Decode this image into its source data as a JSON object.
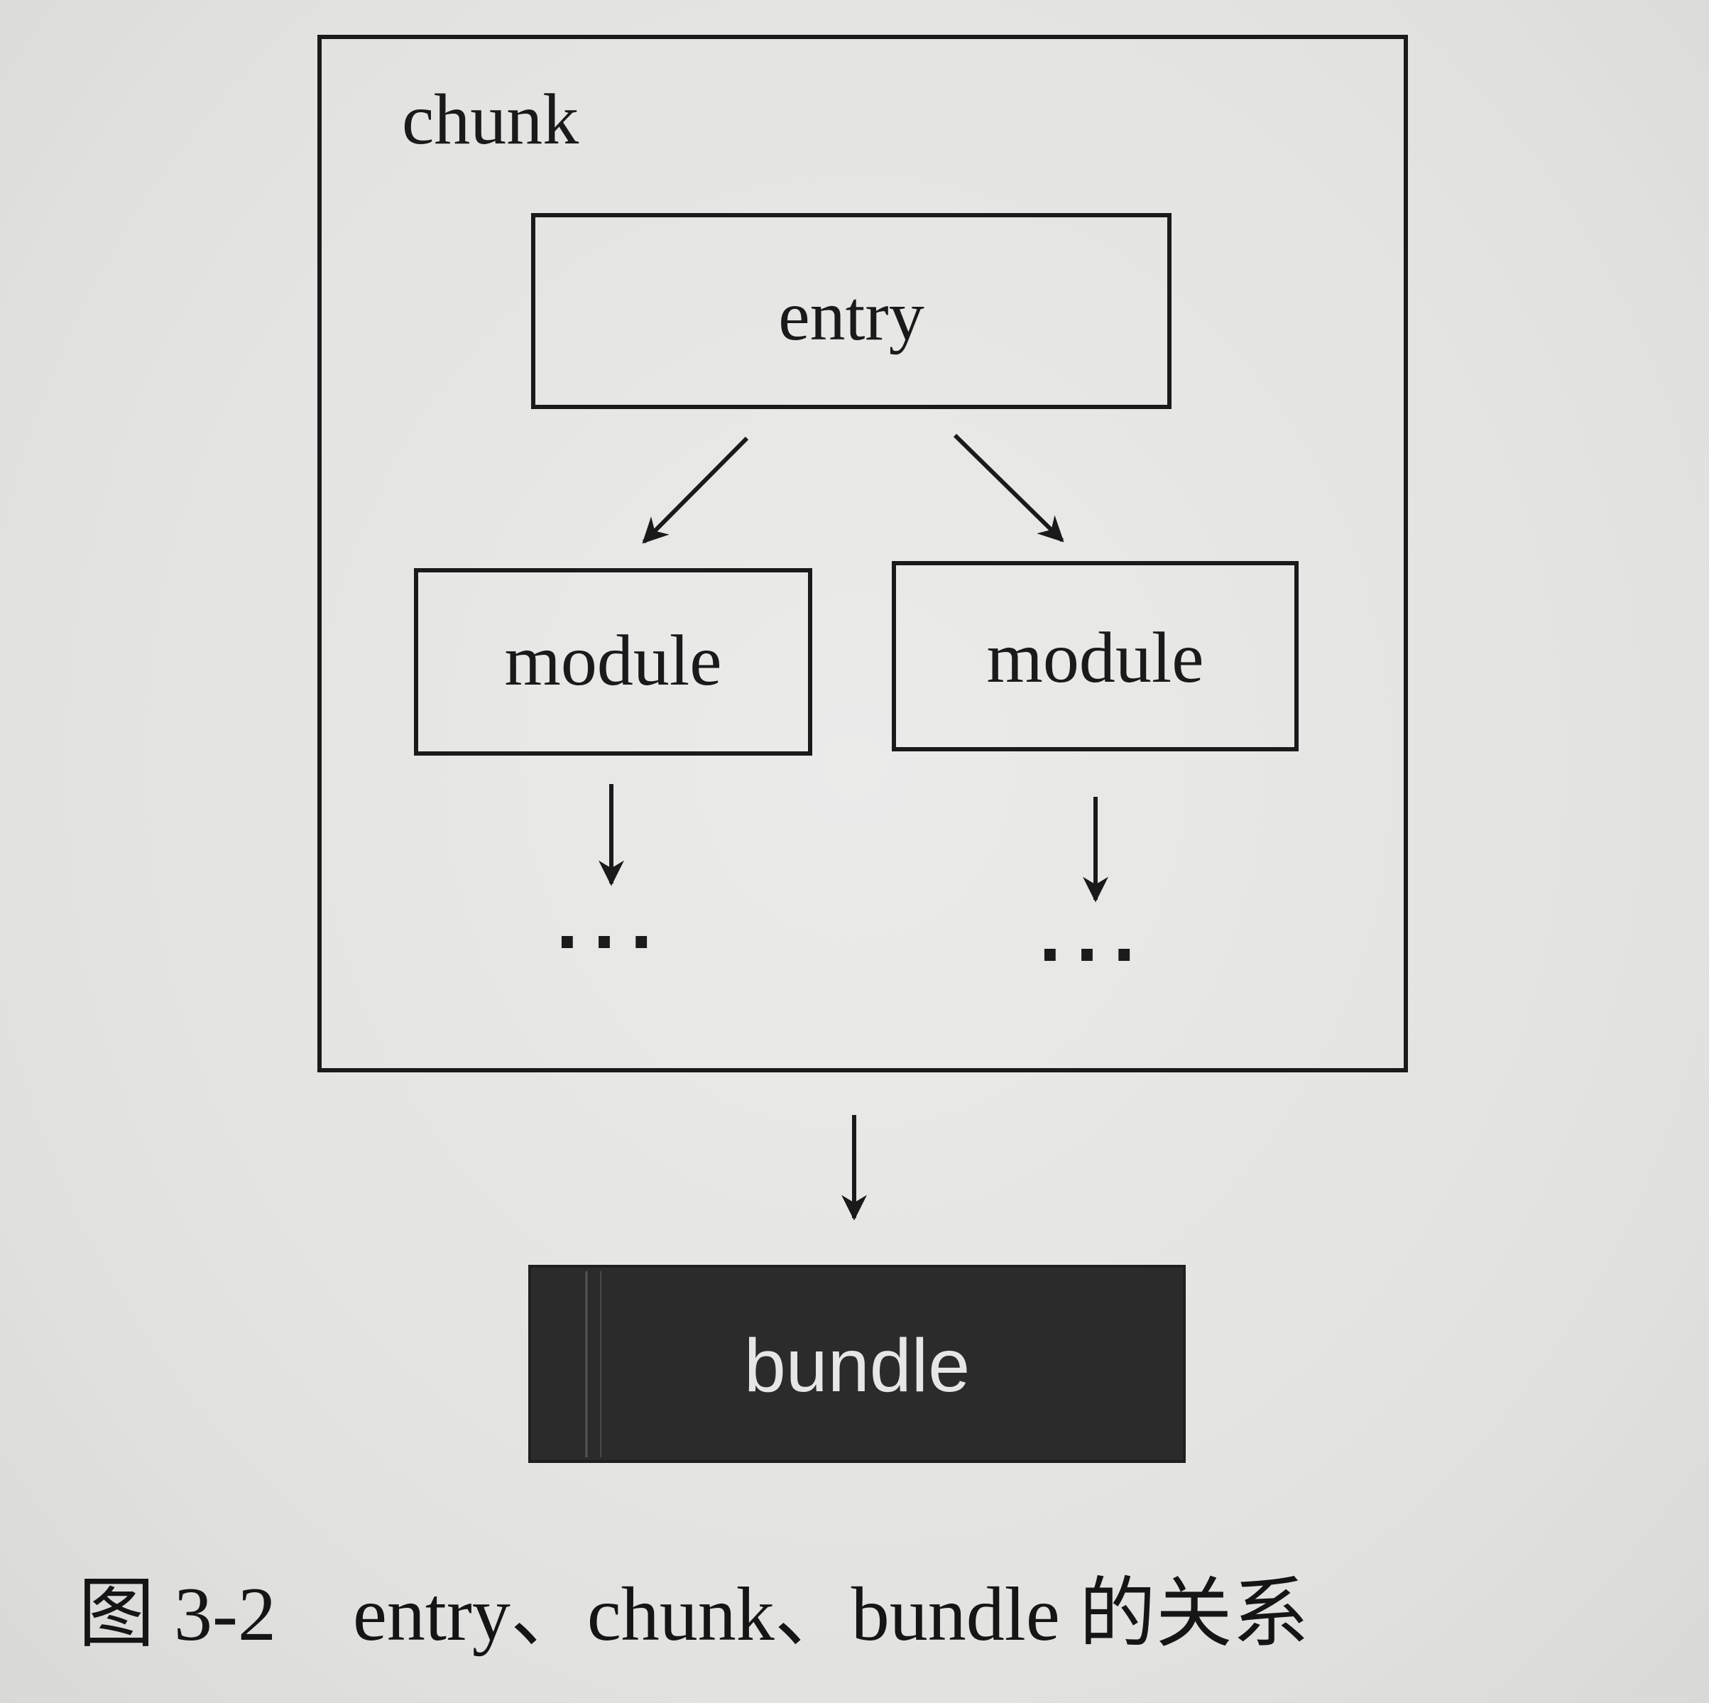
{
  "diagram": {
    "chunk_label": "chunk",
    "entry_label": "entry",
    "module_left_label": "module",
    "module_right_label": "module",
    "ellipsis_left": "...",
    "ellipsis_right": "...",
    "bundle_label": "bundle",
    "colors": {
      "stroke": "#1a1a1a",
      "bundle_fill": "#2b2b2b",
      "bundle_text": "#e6e6e6",
      "paper": "#e3e3e1"
    }
  },
  "caption": {
    "text": "图 3-2　entry、chunk、bundle 的关系"
  }
}
